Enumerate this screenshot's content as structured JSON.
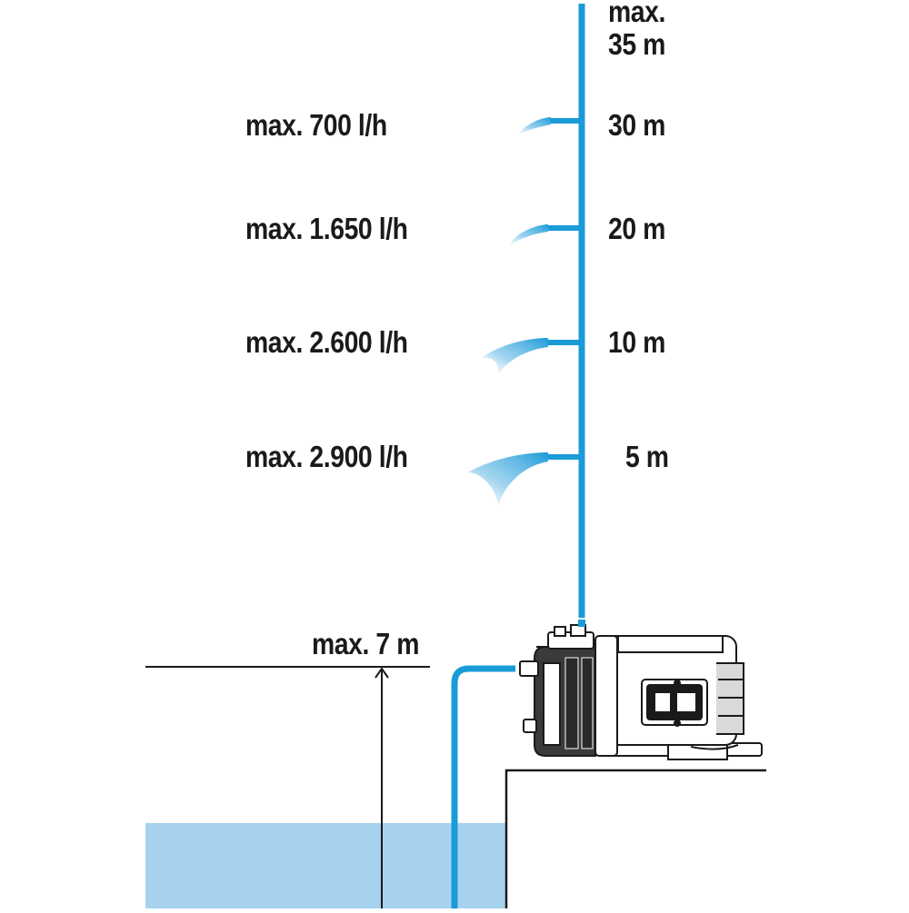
{
  "diagram": {
    "max_height_label_line1": "max.",
    "max_height_label_line2": "35 m",
    "suction_label": "max. 7 m",
    "levels": [
      {
        "height": "30 m",
        "flow": "max. 700 l/h"
      },
      {
        "height": "20 m",
        "flow": "max. 1.650 l/h"
      },
      {
        "height": "10 m",
        "flow": "max. 2.600 l/h"
      },
      {
        "height": "5 m",
        "flow": "max. 2.900 l/h"
      }
    ],
    "colors": {
      "pipe": "#1a9bd7",
      "water": "#a7d2ef",
      "spray": "#5fb4e4",
      "line": "#1a1a1a",
      "pump_body": "#3a3a3a"
    }
  }
}
